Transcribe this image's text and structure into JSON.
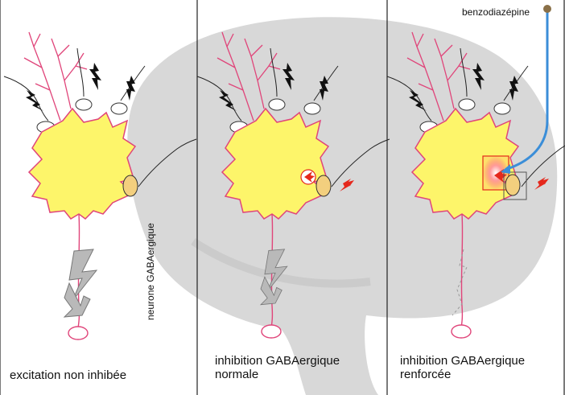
{
  "panels": [
    {
      "id": "panel-1",
      "caption_lines": [
        "excitation non inhibée"
      ]
    },
    {
      "id": "panel-2",
      "caption_lines": [
        "inhibition GABAergique",
        "normale"
      ]
    },
    {
      "id": "panel-3",
      "caption_lines": [
        "inhibition GABAergique",
        "renforcée"
      ]
    }
  ],
  "labels": {
    "gaba_neuron": "neurone GABAergique",
    "drug": "benzodiazépine"
  },
  "colors": {
    "background": "#ffffff",
    "brain": "#d8d8d8",
    "neuron_body": "#fdf56a",
    "neuron_outline": "#e0457a",
    "terminal": "#f3cf7e",
    "red_arrow": "#e5281c",
    "blue_line": "#3b8ed8",
    "drug_dot": "#8a7048"
  }
}
